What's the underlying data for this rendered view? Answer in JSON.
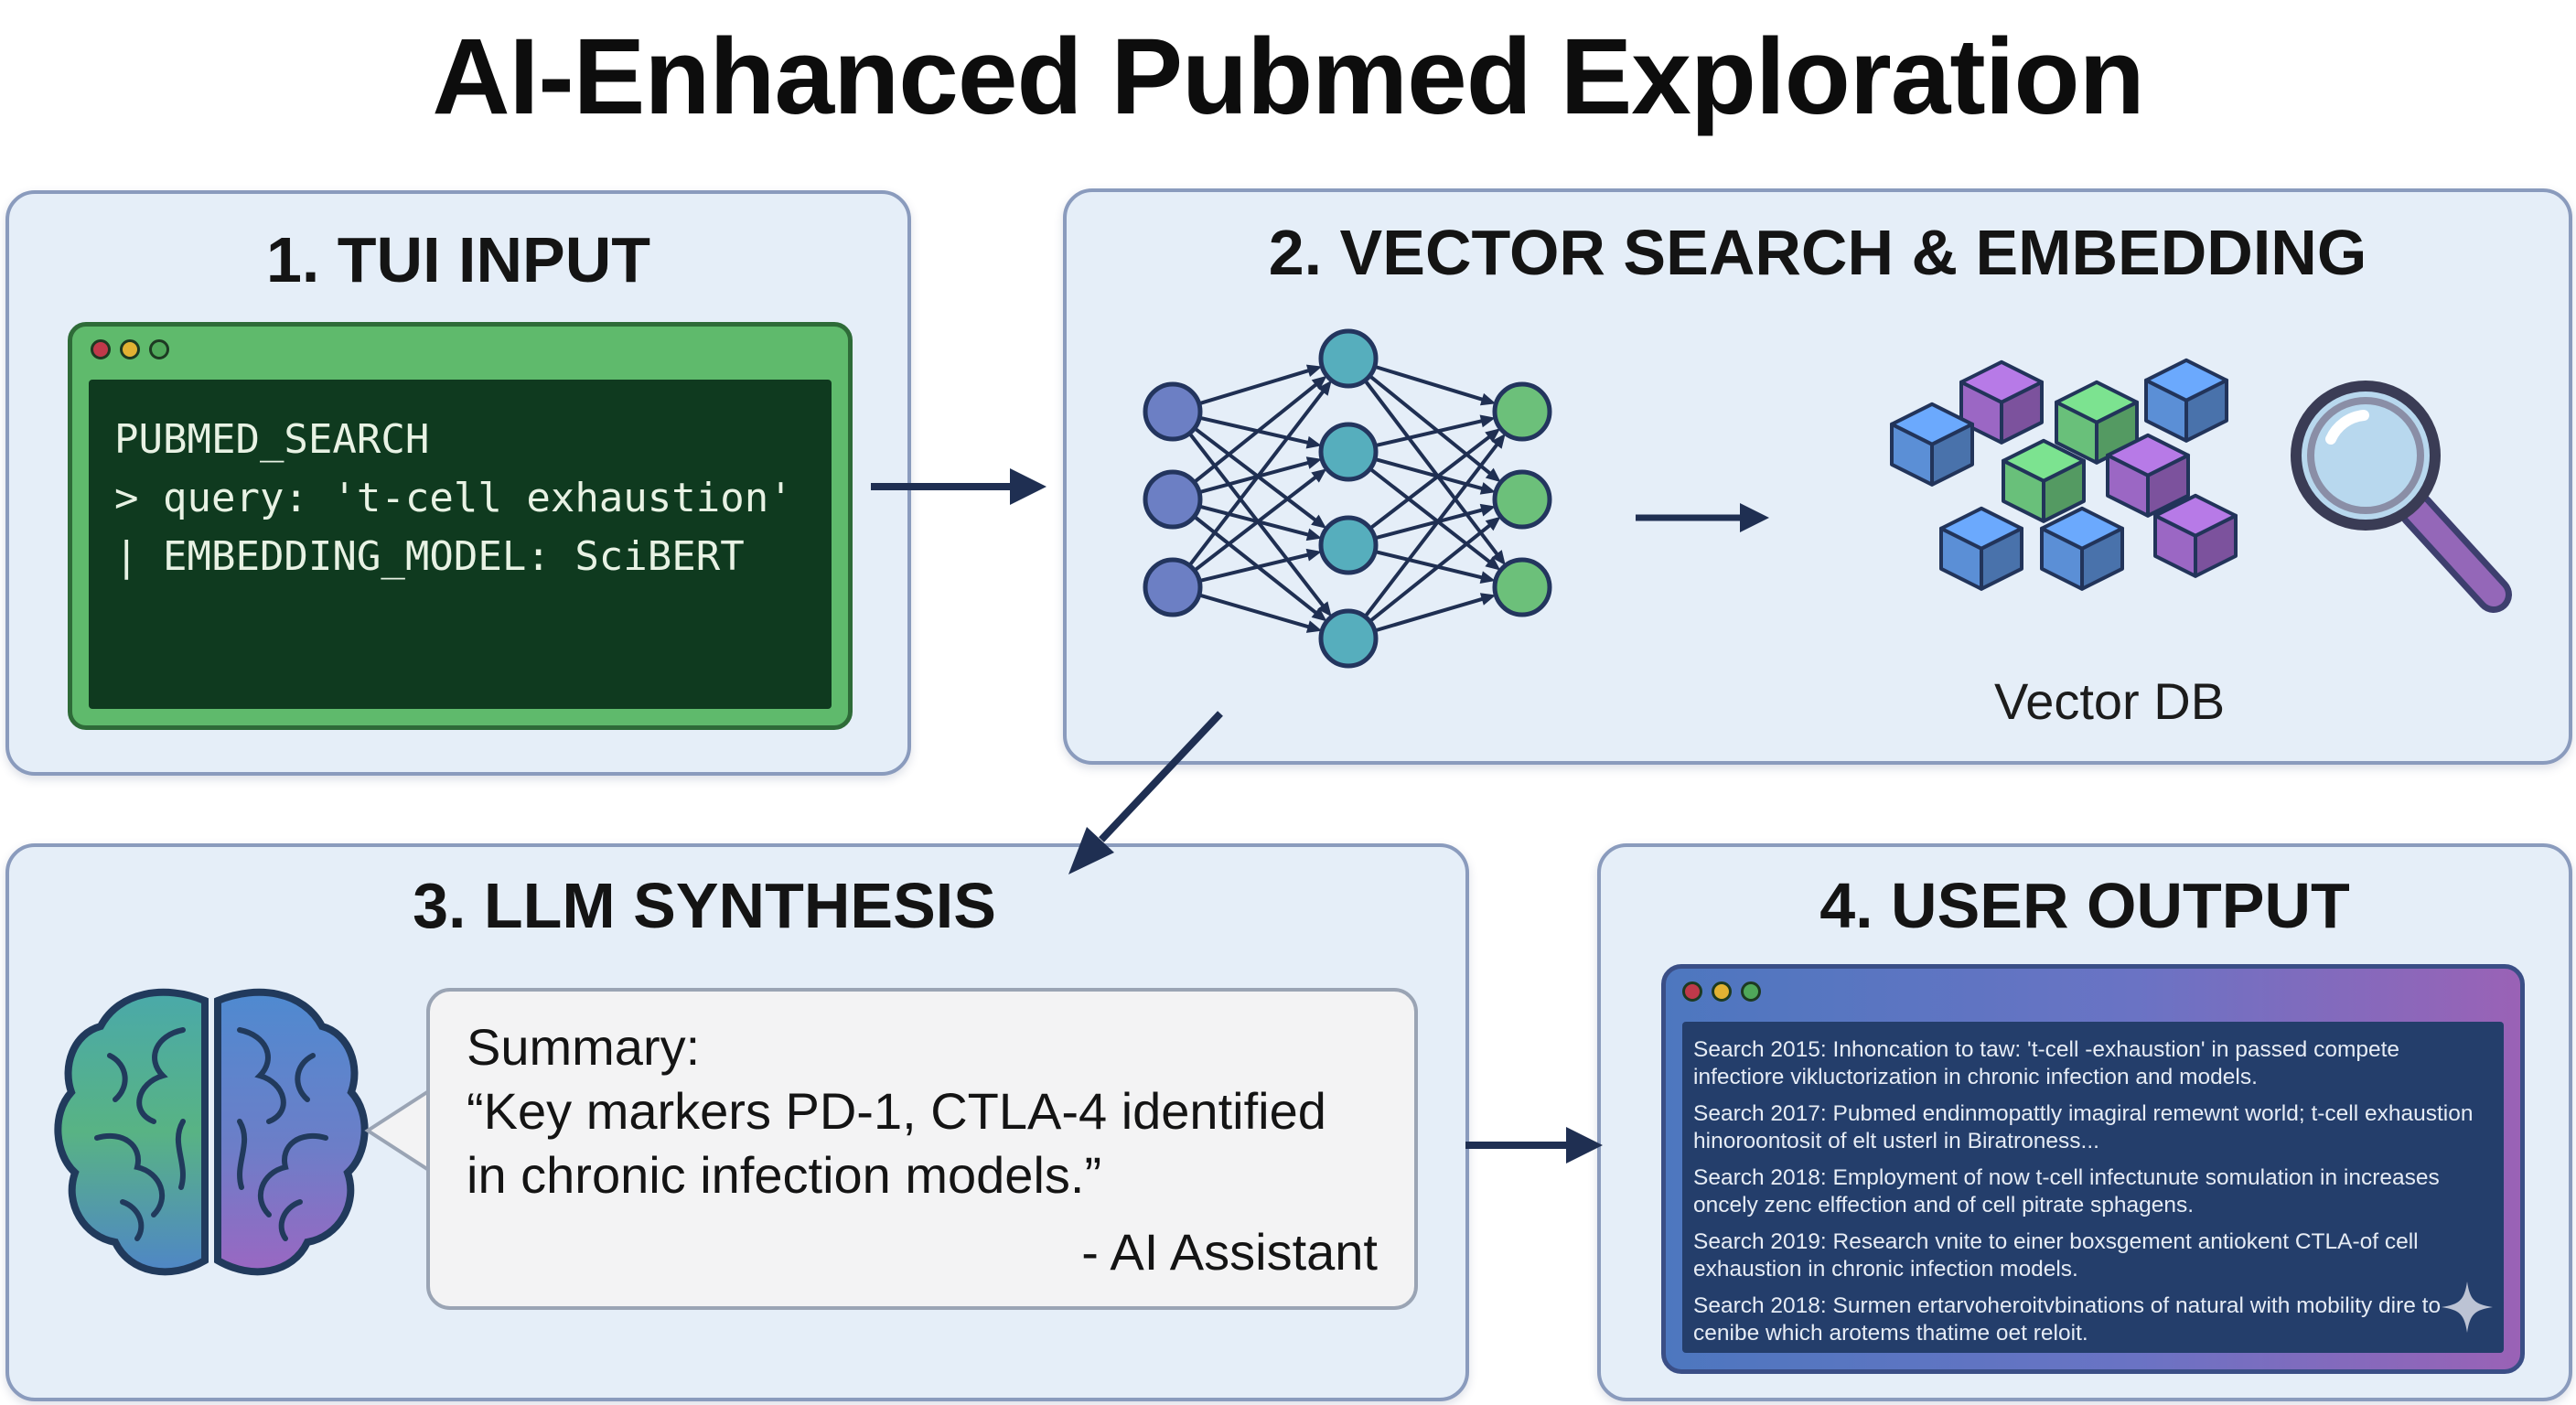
{
  "title": "AI-Enhanced Pubmed Exploration",
  "panels": {
    "tui_input": {
      "title": "1. TUI INPUT",
      "terminal_lines": [
        "PUBMED_SEARCH",
        "> query: 't-cell exhaustion'",
        "| EMBEDDING_MODEL: SciBERT"
      ]
    },
    "vector_search": {
      "title": "2. VECTOR SEARCH & EMBEDDING",
      "db_label": "Vector DB"
    },
    "llm_synthesis": {
      "title": "3. LLM SYNTHESIS",
      "bubble_label": "Summary:",
      "bubble_quote_1": "“Key markers PD-1, CTLA-4 identified",
      "bubble_quote_2": "in chronic infection models.”",
      "bubble_signature": "- AI Assistant"
    },
    "user_output": {
      "title": "4. USER OUTPUT",
      "entries": [
        "Search 2015: Inhoncation to taw: 't-cell -exhaustion' in passed compete infectiore vikluctorization in chronic infection and models.",
        "Search 2017: Pubmed endinmopattly imagiral remewnt world; t-cell exhaustion hinoroontosit of elt usterl in Biratroness...",
        "Search 2018: Employment of now t-cell infectunute somulation in increases oncely zenc elffection and of cell pitrate sphagens.",
        "Search 2019: Research vnite to einer boxsgement antiokent CTLA-of cell exhaustion in chronic infection models.",
        "Search 2018: Surmen ertarvoheroitvbinations of natural with mobility dire to cenibe which arotems thatime oet reloit."
      ]
    }
  },
  "colors": {
    "panel_bg": "#e5eef8",
    "panel_border": "#8a9bbd",
    "arrow": "#1f2f52",
    "terminal_frame": "#5fba6c",
    "terminal_screen": "#0f3a1f",
    "node_blue": "#6c7fc4",
    "node_teal": "#56aebd",
    "node_green": "#6cc07a",
    "cube_blue": "#5b8fd6",
    "cube_purple": "#9b67c4",
    "cube_green": "#69c07a",
    "output_screen": "#243e6b"
  }
}
